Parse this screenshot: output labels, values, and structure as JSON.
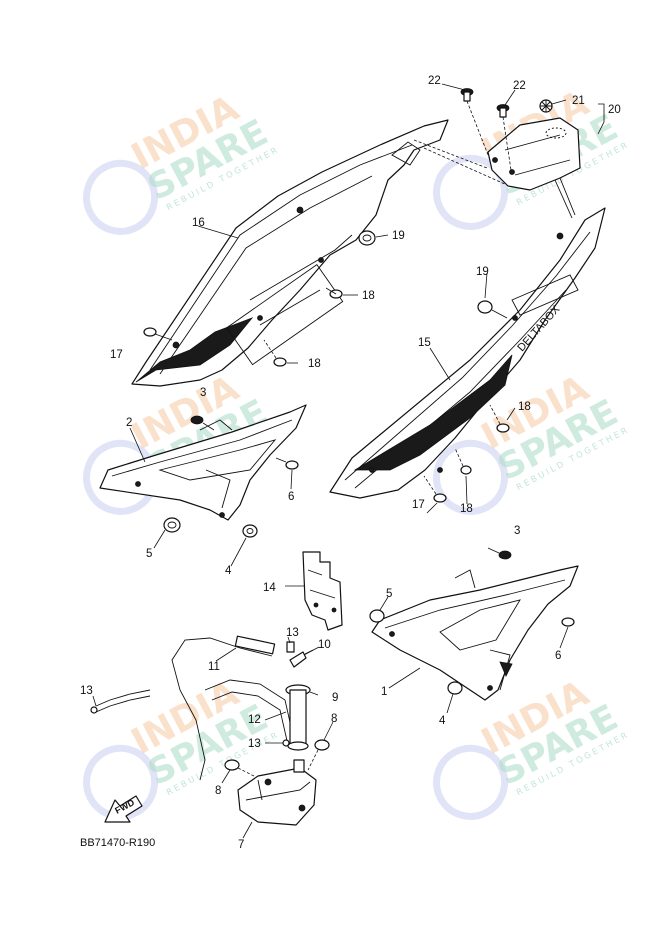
{
  "watermark": {
    "line1": "INDIA",
    "line2": "SPARE",
    "tagline": "REBUILD TOGETHER"
  },
  "diagram": {
    "code": "BB71470-R190",
    "fwd_label": "FWD",
    "decal_text": "DELTABOX",
    "callouts": [
      "22",
      "22",
      "21",
      "20",
      "16",
      "19",
      "18",
      "17",
      "18",
      "19",
      "15",
      "18",
      "3",
      "2",
      "6",
      "5",
      "4",
      "17",
      "18",
      "3",
      "14",
      "5",
      "13",
      "10",
      "11",
      "9",
      "6",
      "1",
      "13",
      "12",
      "8",
      "13",
      "4",
      "8",
      "7"
    ]
  }
}
